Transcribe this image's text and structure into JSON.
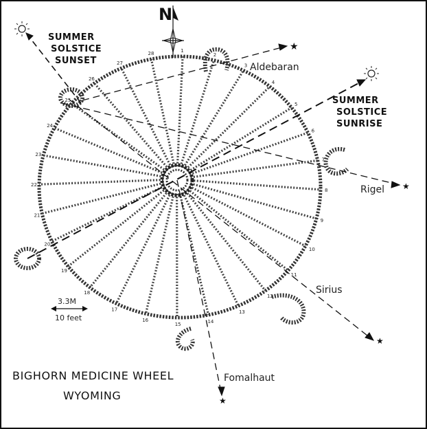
{
  "title": {
    "line1": "BIGHORN MEDICINE WHEEL",
    "line2": "WYOMING"
  },
  "compass": {
    "north_letter": "N",
    "icon": "compass-rose-icon"
  },
  "scale": {
    "metric": "3.3M",
    "imperial": "10 feet"
  },
  "sighting_labels": {
    "summer_sunset": [
      "SUMMER",
      "SOLSTICE",
      "SUNSET"
    ],
    "summer_sunrise": [
      "SUMMER",
      "SOLSTICE",
      "SUNRISE"
    ],
    "stars": [
      "Aldebaran",
      "Rigel",
      "Sirius",
      "Fomalhaut"
    ]
  },
  "spoke_numbers": [
    "1",
    "2",
    "3",
    "4",
    "5",
    "6",
    "7",
    "8",
    "9",
    "10",
    "11",
    "12",
    "13",
    "14",
    "15",
    "16",
    "17",
    "18",
    "19",
    "20",
    "21",
    "22",
    "23",
    "24",
    "25",
    "26",
    "27",
    "28"
  ],
  "icons": {
    "sun": "sun-icon",
    "star": "star-icon"
  }
}
